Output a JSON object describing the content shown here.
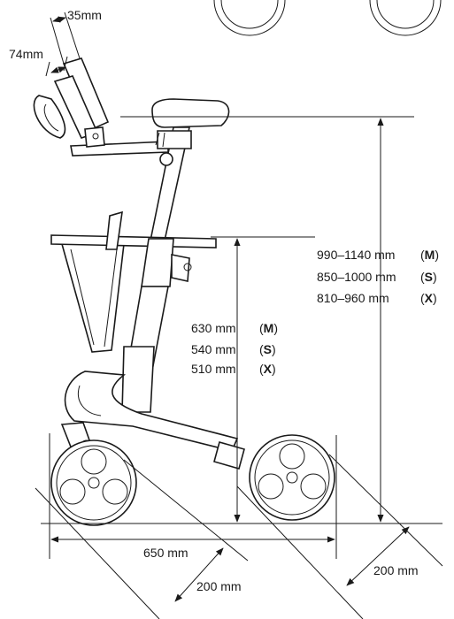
{
  "labels": {
    "grip_width": "35mm",
    "grip_offset": "74mm",
    "seat_range_m": "990–1140 mm",
    "seat_range_s": "850–1000 mm",
    "seat_range_x": "810–960 mm",
    "handle_height_m": "630 mm",
    "handle_height_s": "540 mm",
    "handle_height_x": "510 mm",
    "length": "650 mm",
    "width_front": "200 mm",
    "width_rear": "200 mm"
  },
  "sizes": {
    "m": "M",
    "s": "S",
    "x": "X"
  }
}
